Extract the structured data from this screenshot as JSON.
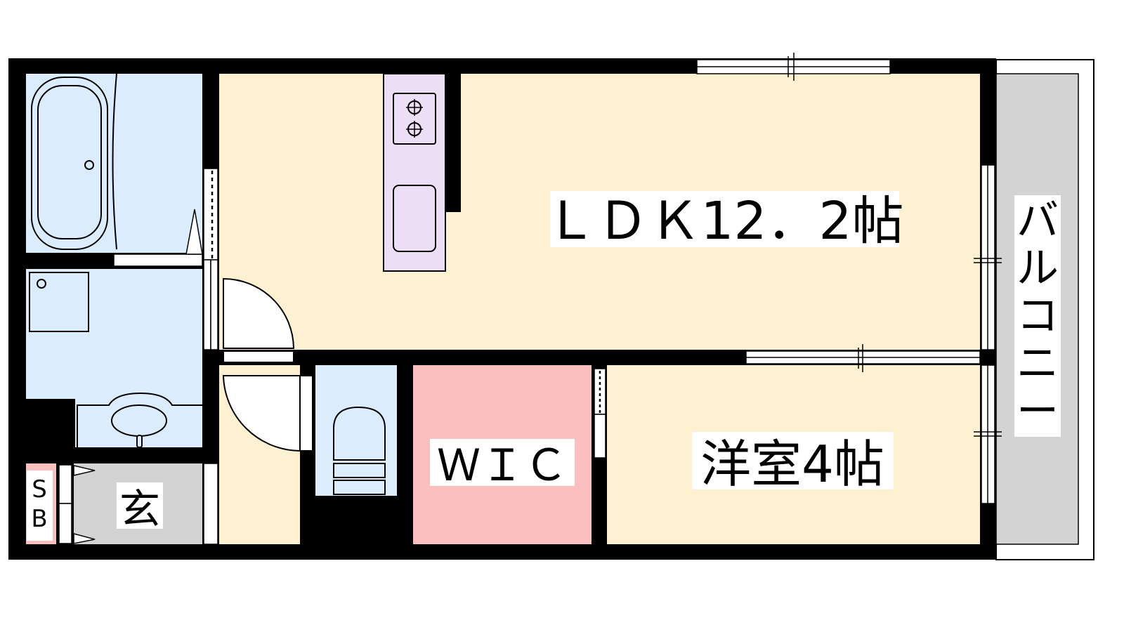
{
  "rooms": {
    "ldk": "ＬＤＫ12．2帖",
    "western_room": "洋室4帖",
    "wic": "ＷＩＣ",
    "balcony": [
      "バ",
      "ル",
      "コ",
      "ニ",
      "ー"
    ],
    "entrance": "玄",
    "shoe_box": [
      "S",
      "B"
    ]
  },
  "colors": {
    "wall": "#000000",
    "wet_area": "#dbecfd",
    "living": "#fdf1d1",
    "kitchen": "#ecdff5",
    "wic": "#fbbfbf",
    "entrance": "#d3d3d3",
    "balcony": "#d3d3d3"
  }
}
